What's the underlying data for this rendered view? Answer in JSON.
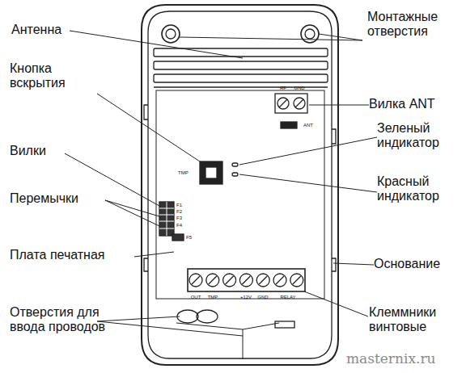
{
  "diagram": {
    "labels": [
      "Антенна",
      "Монтажные отверстия",
      "RF",
      "GND",
      "Кнопка вскрытия",
      "Вилка ANT",
      "ANT",
      "Зеленый индикатор",
      "TMP",
      "Вилки",
      "Красный индикатор",
      "F1",
      "F2",
      "F3",
      "F4",
      "F5",
      "Перемычки",
      "Плата печатная",
      "Основание",
      "OUT",
      "TMP",
      "+12V",
      "GND",
      "RELAY",
      "Отверстия для ввода проводов",
      "Клеммники винтовые",
      "masternix.ru"
    ]
  }
}
